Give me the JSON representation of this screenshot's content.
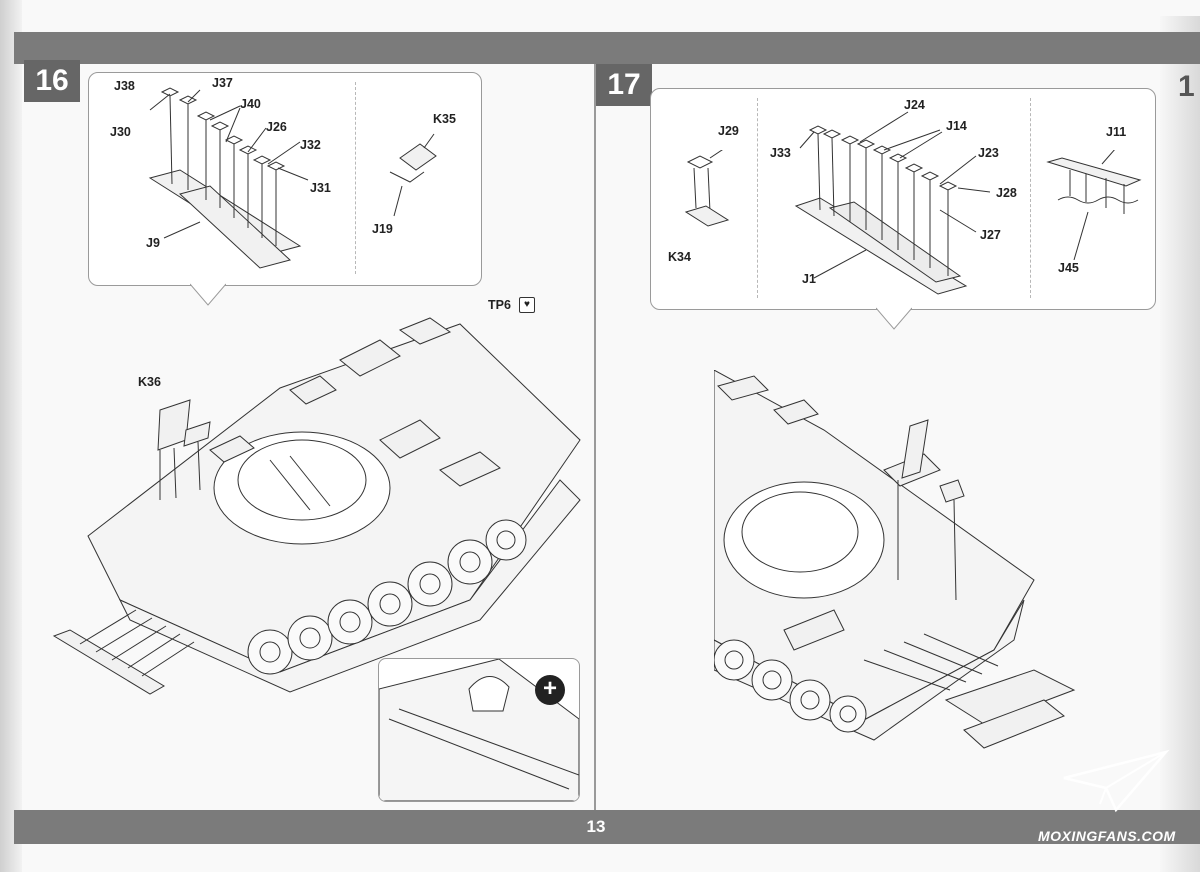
{
  "page": {
    "number": "13"
  },
  "watermark": {
    "text": "MOXINGFANS.COM"
  },
  "edge_digit": "1",
  "step16": {
    "number": "16",
    "callout_labels": {
      "j38": "J38",
      "j37": "J37",
      "j30": "J30",
      "j40": "J40",
      "j26": "J26",
      "j32": "J32",
      "j31": "J31",
      "j9": "J9",
      "k35": "K35",
      "j19": "J19"
    },
    "main_labels": {
      "tp6": "TP6",
      "k36": "K36"
    },
    "tp6_icon": "heart-icon"
  },
  "step17": {
    "number": "17",
    "callout_labels": {
      "j29": "J29",
      "j24": "J24",
      "j33": "J33",
      "j14": "J14",
      "j23": "J23",
      "j28": "J28",
      "j27": "J27",
      "j1": "J1",
      "k34": "K34",
      "j11": "J11",
      "j45": "J45"
    }
  },
  "colors": {
    "band": "#7b7b7b",
    "step_badge": "#666666",
    "line": "#333333"
  }
}
